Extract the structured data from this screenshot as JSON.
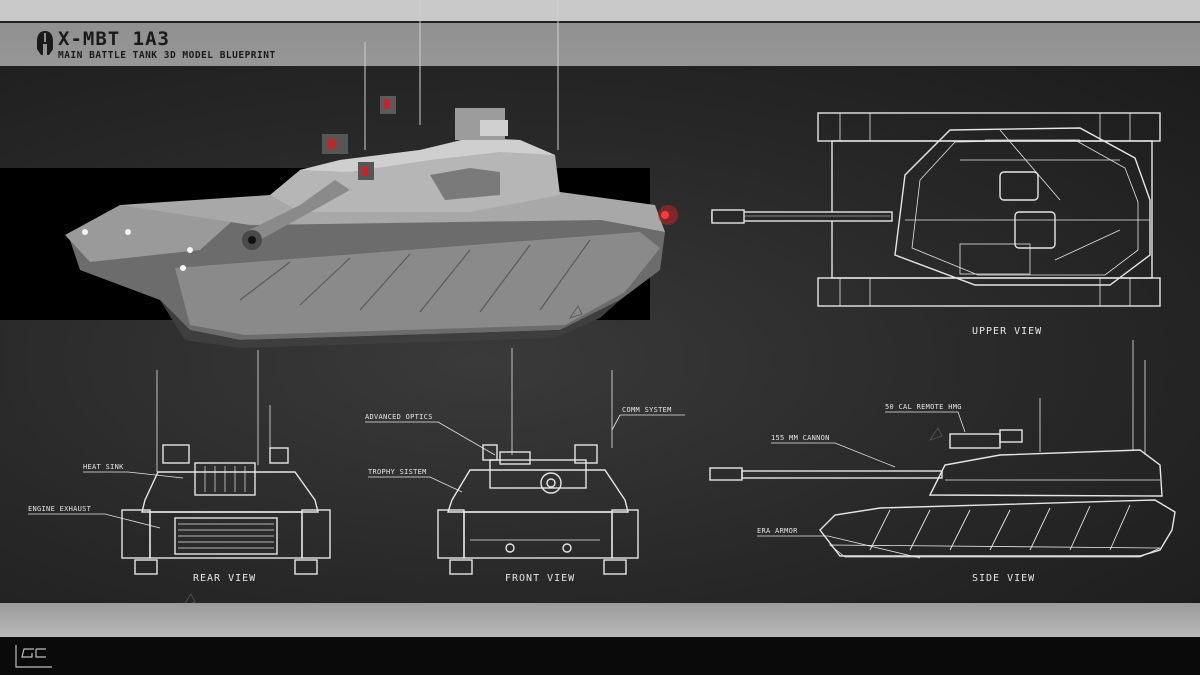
{
  "header": {
    "title": "X-MBT 1A3",
    "subtitle": "MAIN BATTLE TANK 3D MODEL BLUEPRINT"
  },
  "views": {
    "upper": "UPPER VIEW",
    "rear": "REAR VIEW",
    "front": "FRONT VIEW",
    "side": "SIDE VIEW"
  },
  "callouts": {
    "heat_sink": "HEAT SINK",
    "engine_exhaust": "ENGINE EXHAUST",
    "advanced_optics": "ADVANCED OPTICS",
    "trophy_system": "TROPHY SISTEM",
    "comm_system": "COMM SYSTEM",
    "remote_hmg": "50 CAL REMOTE HMG",
    "cannon": "155 MM CANNON",
    "era_armor": "ERA ARMOR"
  },
  "colors": {
    "panel": "#282828",
    "band": "#b4b4b4",
    "line": "#e6e6e6",
    "accent_red": "#c0262a"
  },
  "icons": [
    "helmet-logo-icon",
    "signature-logo-icon"
  ]
}
